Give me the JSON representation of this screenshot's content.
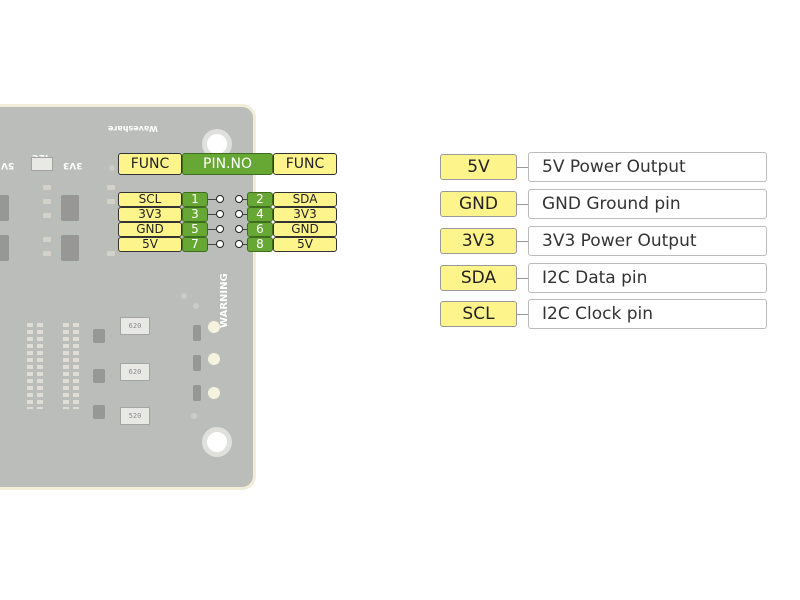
{
  "board": {
    "silk_i2c": "I2C",
    "silk_3v3": "3V3",
    "silk_5v": "5V",
    "brand": "Waveshare",
    "warning": "WARNING",
    "chip_labels": [
      "620",
      "620",
      "520"
    ]
  },
  "header": {
    "func_left": "FUNC",
    "pin_no": "PIN.NO",
    "func_right": "FUNC"
  },
  "pins": [
    {
      "left_func": "SCL",
      "left_pin": "1",
      "right_pin": "2",
      "right_func": "SDA"
    },
    {
      "left_func": "3V3",
      "left_pin": "3",
      "right_pin": "4",
      "right_func": "3V3"
    },
    {
      "left_func": "GND",
      "left_pin": "5",
      "right_pin": "6",
      "right_func": "GND"
    },
    {
      "left_func": "5V",
      "left_pin": "7",
      "right_pin": "8",
      "right_func": "5V"
    }
  ],
  "legend": [
    {
      "key": "5V",
      "description": "5V Power Output"
    },
    {
      "key": "GND",
      "description": "GND Ground pin"
    },
    {
      "key": "3V3",
      "description": "3V3 Power Output"
    },
    {
      "key": "SDA",
      "description": "I2C Data pin"
    },
    {
      "key": "SCL",
      "description": "I2C Clock pin"
    }
  ],
  "colors": {
    "func_label": "#fdf58b",
    "pin_number": "#67a733",
    "board": "#a9aba7"
  }
}
